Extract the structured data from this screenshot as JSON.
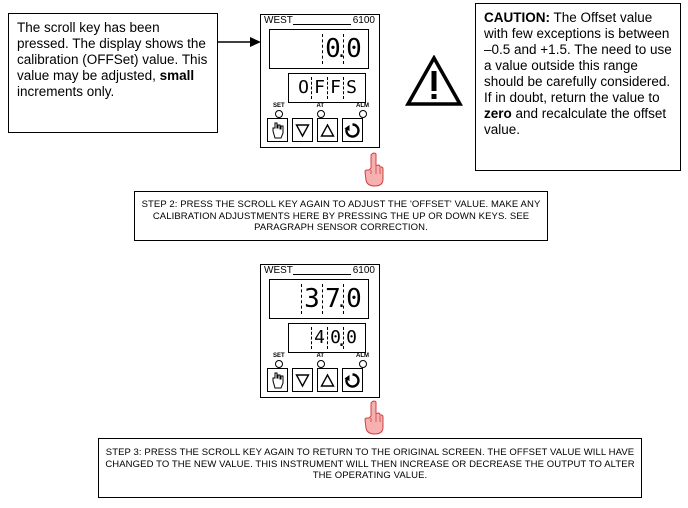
{
  "note1": {
    "text_a": "The scroll key has been pressed. The display shows the calibration (OFFSet) value. This value may be adjusted, ",
    "bold": "small",
    "text_b": " increments only."
  },
  "caution": {
    "label": "CAUTION:",
    "text_a": " The Offset value with few exceptions is between –0.5 and +1.5. The need to use a value outside this range should be carefully considered. If in doubt, return the value to ",
    "bold": "zero",
    "text_b": " and recalculate the offset value."
  },
  "controller1": {
    "brand": "WEST",
    "model": "6100",
    "pv_digits": [
      "",
      "0",
      "0"
    ],
    "sv_digits": [
      "O",
      "F",
      "F",
      "S"
    ],
    "led_labels": [
      "SET",
      "AT",
      "ALM"
    ]
  },
  "controller2": {
    "brand": "WEST",
    "model": "6100",
    "pv_digits": [
      "3",
      "7",
      "0"
    ],
    "sv_digits": [
      "4",
      "0",
      "0"
    ],
    "led_labels": [
      "SET",
      "AT",
      "ALM"
    ]
  },
  "step2": {
    "text": "STEP 2: PRESS THE SCROLL KEY AGAIN TO ADJUST THE 'OFFSET' VALUE. MAKE ANY CALIBRATION ADJUSTMENTS HERE BY PRESSING THE UP OR DOWN KEYS. SEE PARAGRAPH SENSOR CORRECTION."
  },
  "step3": {
    "text": "STEP 3: PRESS THE SCROLL KEY AGAIN TO RETURN TO THE ORIGINAL SCREEN. THE OFFSET VALUE WILL HAVE CHANGED TO THE NEW VALUE. THIS INSTRUMENT WILL THEN INCREASE OR DECREASE THE OUTPUT TO ALTER THE OPERATING VALUE."
  },
  "icons": [
    "arrow-right-icon",
    "warning-triangle-icon",
    "pointing-hand-icon",
    "page-key-icon",
    "down-key-icon",
    "up-key-icon",
    "scroll-key-icon"
  ],
  "colors": {
    "hand": "#f4a3a3",
    "hand_outline": "#c33"
  }
}
